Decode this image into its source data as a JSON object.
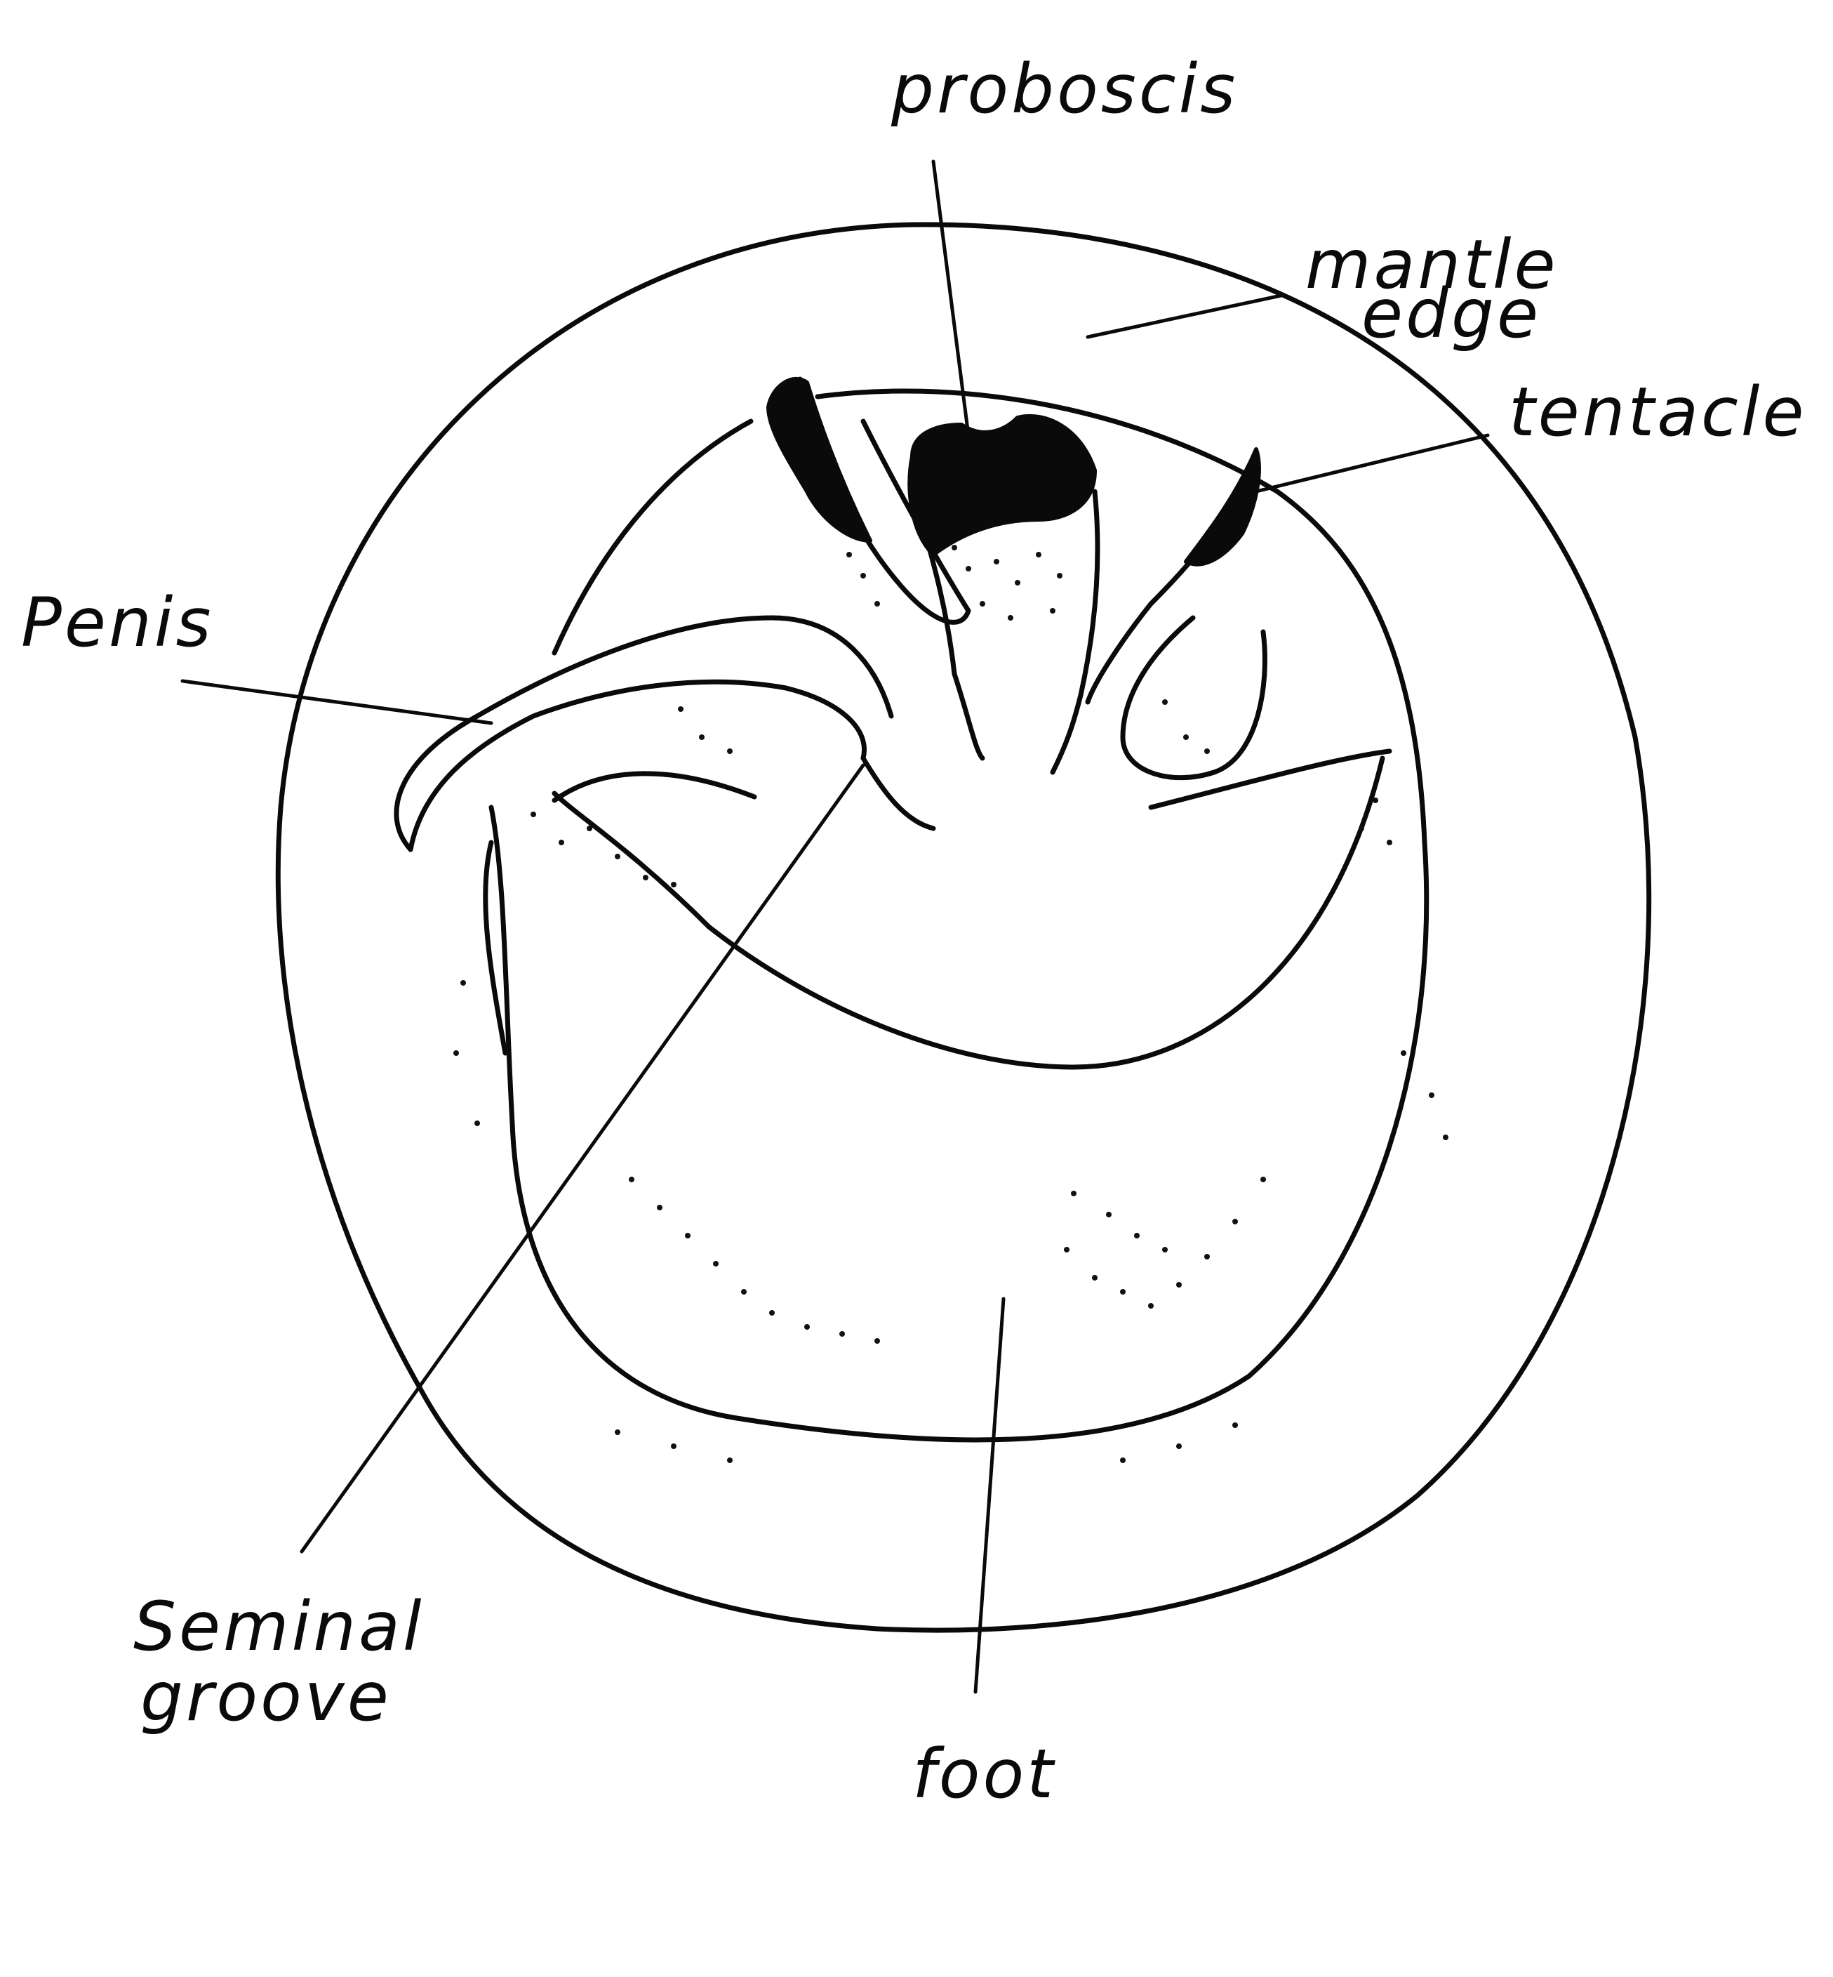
{
  "diagram": {
    "labels": {
      "proboscis": "proboscis",
      "mantle_edge_line1": "mantle",
      "mantle_edge_line2": "edge",
      "tentacle": "tentacle",
      "penis": "Penis",
      "seminal_groove_line1": "Seminal",
      "seminal_groove_line2": "groove",
      "foot": "foot"
    },
    "colors": {
      "ink": "#0a0a0a",
      "paper": "#ffffff"
    }
  }
}
